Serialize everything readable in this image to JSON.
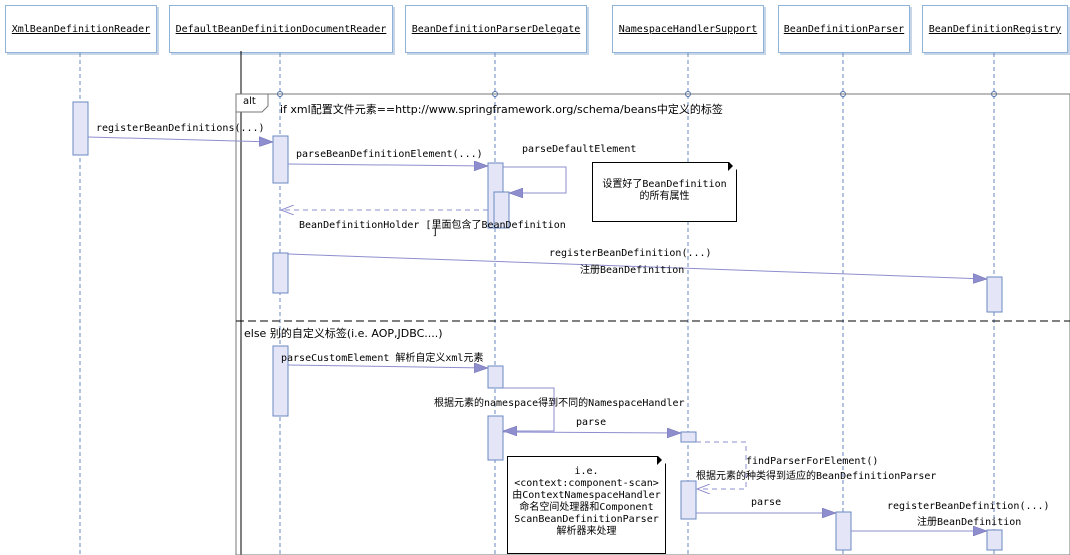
{
  "colors": {
    "lifeline": "#6a89c2",
    "activation_fill": "#e4e6f7",
    "activation_stroke": "#6a89c2",
    "arrow": "#8e8ecf",
    "frame": "#777777"
  },
  "participants": [
    {
      "id": "xml-reader",
      "label": "XmlBeanDefinitionReader"
    },
    {
      "id": "doc-reader",
      "label": "DefaultBeanDefinitionDocumentReader"
    },
    {
      "id": "parser-delegate",
      "label": "BeanDefinitionParserDelegate"
    },
    {
      "id": "ns-handler-support",
      "label": "NamespaceHandlerSupport"
    },
    {
      "id": "bd-parser",
      "label": "BeanDefinitionParser"
    },
    {
      "id": "bd-registry",
      "label": "BeanDefinitionRegistry"
    }
  ],
  "frame": {
    "tag": "alt",
    "condition_if": "if xml配置文件元素==http://www.springframework.org/schema/beans中定义的标签",
    "condition_else": "else 别的自定义标签(i.e. AOP,JDBC....)"
  },
  "messages": {
    "m1": "registerBeanDefinitions(...)",
    "m2": "parseBeanDefinitionElement(...)",
    "m3": "parseDefaultElement",
    "m4_line1": "BeanDefinitionHolder [里面包含了BeanDefinition",
    "m4_line2": "]",
    "m5_line1": "registerBeanDefinition(...)",
    "m5_line2": "注册BeanDefinition",
    "m6": "parseCustomElement 解析自定义xml元素",
    "m7": "根据元素的namespace得到不同的NamespaceHandler",
    "m8": "parse",
    "m9_line1": "findParserForElement()",
    "m9_line2": "根据元素的种类得到适应的BeanDefinitionParser",
    "m10": "parse",
    "m11_line1": "registerBeanDefinition(...)",
    "m11_line2": "注册BeanDefinition"
  },
  "notes": {
    "n1": [
      "设置好了BeanDefinition",
      "的所有属性"
    ],
    "n2": [
      "i.e.",
      "<context:component-scan>",
      "由ContextNamespaceHandler",
      "命名空间处理器和Component",
      "ScanBeanDefinitionParser",
      "解析器来处理"
    ]
  }
}
